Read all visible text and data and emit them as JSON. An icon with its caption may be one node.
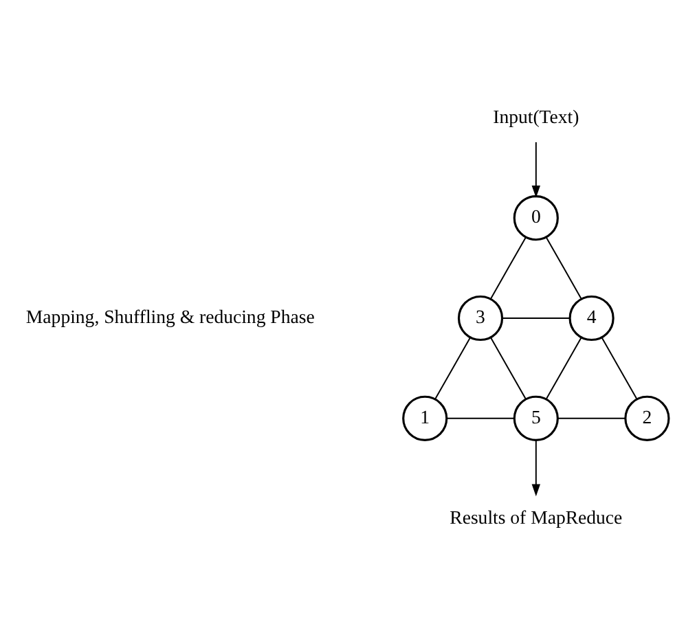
{
  "diagram": {
    "nodes": [
      {
        "text": [
          "Input(Text)"
        ]
      },
      {
        "text": [
          "0"
        ]
      },
      {
        "text": [
          "3"
        ]
      },
      {
        "text": [
          "4"
        ]
      },
      {
        "text": [
          "1"
        ]
      },
      {
        "text": [
          "5"
        ]
      },
      {
        "text": [
          "2"
        ]
      },
      {
        "text": [
          "Results of MapReduce"
        ]
      }
    ],
    "edges": [
      {
        "from": 0,
        "to": 1,
        "arrow": "to"
      },
      {
        "from": 1,
        "to": 2,
        "arrow": "none"
      },
      {
        "from": 1,
        "to": 3,
        "arrow": "none"
      },
      {
        "from": 2,
        "to": 3,
        "arrow": "none"
      },
      {
        "from": 2,
        "to": 4,
        "arrow": "none"
      },
      {
        "from": 2,
        "to": 5,
        "arrow": "none"
      },
      {
        "from": 3,
        "to": 5,
        "arrow": "none"
      },
      {
        "from": 3,
        "to": 6,
        "arrow": "none"
      },
      {
        "from": 4,
        "to": 5,
        "arrow": "none"
      },
      {
        "from": 5,
        "to": 6,
        "arrow": "none"
      },
      {
        "from": 5,
        "to": 7,
        "arrow": "to"
      }
    ],
    "labels": [
      "Mapping, Shuffling & reducing Phase"
    ]
  }
}
